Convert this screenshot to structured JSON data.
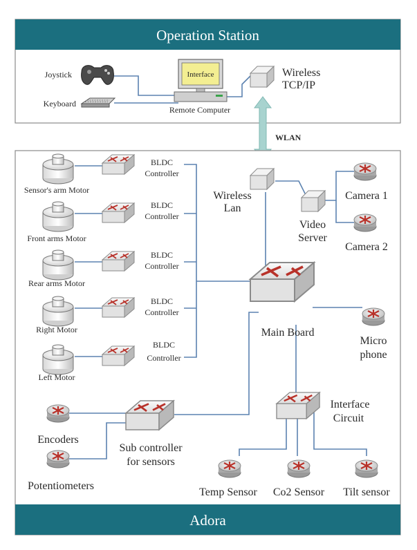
{
  "operation_station": {
    "title": "Operation Station",
    "joystick": "Joystick",
    "keyboard": "Keyboard",
    "interface": "Interface",
    "remote_computer": "Remote Computer",
    "wireless_line1": "Wireless",
    "wireless_line2": "TCP/IP"
  },
  "link_label": "WLAN",
  "robot": {
    "title": "Adora",
    "motors": [
      {
        "label": "Sensor's arm Motor",
        "controller_line1": "BLDC",
        "controller_line2": "Controller"
      },
      {
        "label": "Front arms Motor",
        "controller_line1": "BLDC",
        "controller_line2": "Controller"
      },
      {
        "label": "Rear arms Motor",
        "controller_line1": "BLDC",
        "controller_line2": "Controller"
      },
      {
        "label": "Right Motor",
        "controller_line1": "BLDC",
        "controller_line2": "Controller"
      },
      {
        "label": "Left Motor",
        "controller_line1": "BLDC",
        "controller_line2": "Controller"
      }
    ],
    "wireless_lan_line1": "Wireless",
    "wireless_lan_line2": "Lan",
    "video_server_line1": "Video",
    "video_server_line2": "Server",
    "camera1": "Camera 1",
    "camera2": "Camera 2",
    "main_board": "Main Board",
    "micro_line1": "Micro",
    "micro_line2": "phone",
    "interface_circuit_line1": "Interface",
    "interface_circuit_line2": "Circuit",
    "encoders": "Encoders",
    "potentiometers": "Potentiometers",
    "sub_controller_line1": "Sub controller",
    "sub_controller_line2": "for sensors",
    "temp_sensor": "Temp Sensor",
    "co2_sensor": "Co2 Sensor",
    "tilt_sensor": "Tilt sensor"
  },
  "colors": {
    "banner": "#1b6f7f",
    "wire": "#5b82b0",
    "box_border": "#888888",
    "link_arrow": "#a8d3cf"
  }
}
